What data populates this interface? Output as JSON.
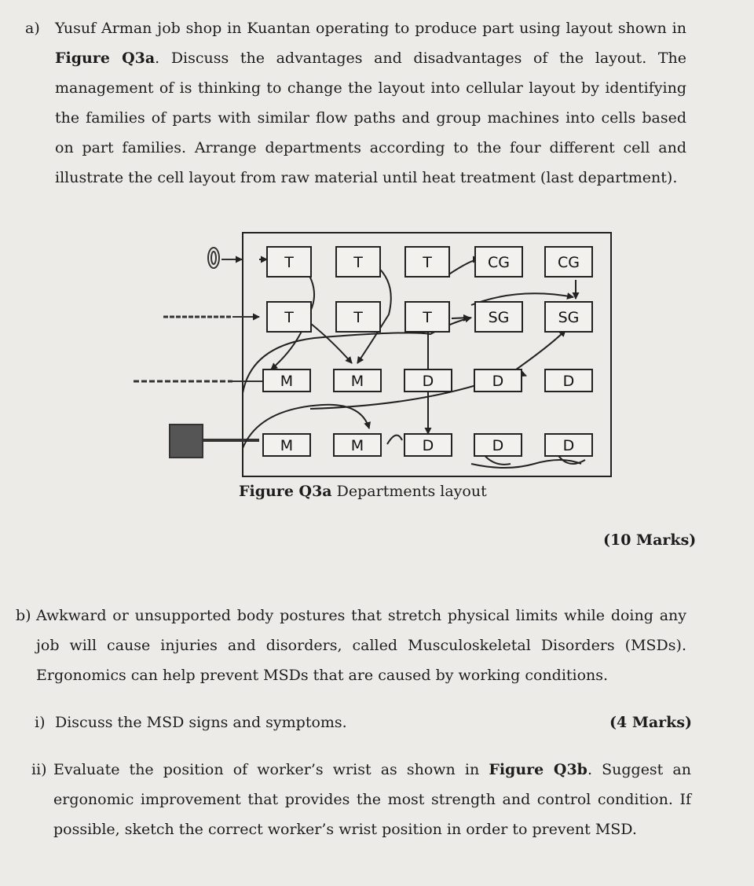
{
  "question_a": {
    "label": "a)",
    "text_before_fig": "Yusuf Arman job shop in Kuantan operating to produce part using layout shown in ",
    "fig_ref": "Figure Q3a",
    "text_after_fig": ". Discuss the advantages and disadvantages of the layout. The management of is thinking to change the layout into cellular layout by identifying the families of parts with similar flow paths and group machines into cells based on part families. Arrange departments according to the four different cell and illustrate the cell layout from raw material until heat treatment (last department).",
    "marks": "(10 Marks)"
  },
  "figure": {
    "caption_bold": "Figure Q3a",
    "caption_rest": " Departments layout",
    "departments": {
      "r1": [
        "T",
        "T",
        "T",
        "CG",
        "CG"
      ],
      "r2": [
        "T",
        "T",
        "T",
        "SG",
        "SG"
      ],
      "r3": [
        "M",
        "M",
        "D",
        "D",
        "D"
      ],
      "r4": [
        "M",
        "M",
        "D",
        "D",
        "D"
      ]
    }
  },
  "question_b": {
    "label": "b)",
    "text": "Awkward or unsupported body postures that stretch physical limits while doing any job will cause injuries and disorders, called Musculoskeletal Disorders (MSDs). Ergonomics can help prevent MSDs that are caused by working conditions.",
    "part_i": {
      "label": "i)",
      "text": "Discuss the MSD signs and symptoms.",
      "marks": "(4 Marks)"
    },
    "part_ii": {
      "label": "ii)",
      "text_before_fig": "Evaluate the position of worker’s wrist as shown in ",
      "fig_ref": "Figure Q3b",
      "text_after_fig": ". Suggest an ergonomic improvement that provides the most strength and control condition. If possible, sketch the correct worker’s wrist position in order to prevent MSD."
    }
  }
}
